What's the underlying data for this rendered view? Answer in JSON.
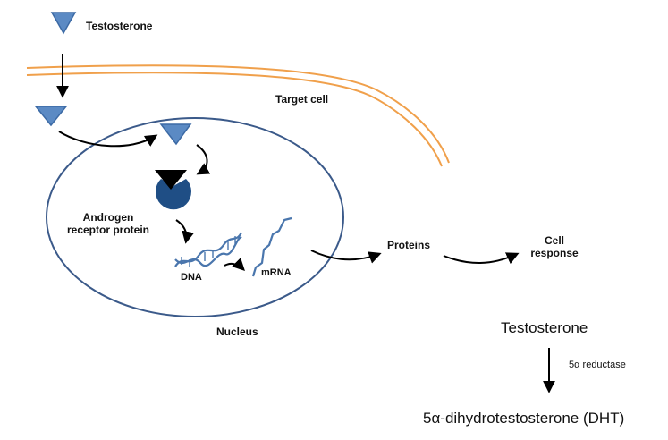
{
  "labels": {
    "testosterone_top": "Testosterone",
    "target_cell": "Target cell",
    "androgen_receptor_line1": "Androgen",
    "androgen_receptor_line2": "receptor protein",
    "dna": "DNA",
    "mrna": "mRNA",
    "proteins": "Proteins",
    "cell_response_line1": "Cell",
    "cell_response_line2": "response",
    "nucleus": "Nucleus",
    "testosterone_bottom": "Testosterone",
    "enzyme": "5α reductase",
    "dht": "5α-dihydrotestosterone (DHT)"
  },
  "colors": {
    "hormone_fill": "#5b8ac4",
    "hormone_stroke": "#3c6aa5",
    "receptor": "#1f4e85",
    "membrane": "#f0a04b",
    "nucleus_stroke": "#3b5a8a",
    "arrow": "#000000"
  }
}
